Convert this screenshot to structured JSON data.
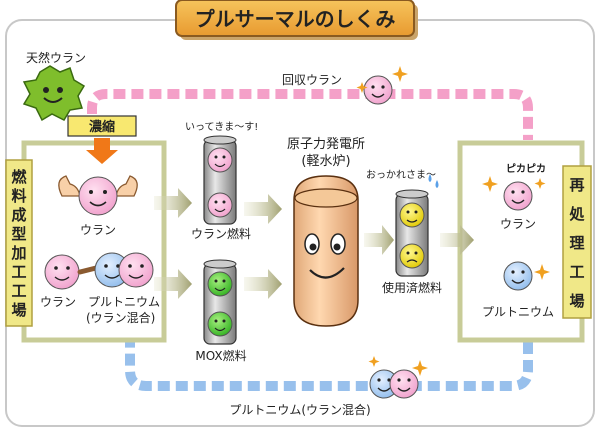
{
  "title": "プルサーマルのしくみ",
  "natural_uranium": "天然ウラン",
  "enrichment": "濃縮",
  "recovered_uranium": "回収ウラン",
  "fuel_plant": [
    "燃",
    "料",
    "成",
    "型",
    "加",
    "工",
    "工",
    "場"
  ],
  "reprocessing_plant": [
    "再",
    "処",
    "理",
    "工",
    "場"
  ],
  "uranium": "ウラン",
  "uranium_2": "ウラン",
  "uranium_3": "ウラン",
  "plutonium": "プルトニウム",
  "plutonium_mix": "(ウラン混合)",
  "plutonium_2": "プルトニウム",
  "plutonium_bottom": "プルトニウム(ウラン混合)",
  "uranium_fuel": "ウラン燃料",
  "mox_fuel": "MOX燃料",
  "itte": "いってきま〜す!",
  "reactor_line1": "原子力発電所",
  "reactor_line2": "(軽水炉)",
  "otsukare": "おっかれさま〜",
  "spent_fuel": "使用済燃料",
  "pikapika": "ピカピカ",
  "colors": {
    "pink": "#f4a0c8",
    "blue": "#98c0ec",
    "olive": "#a8a878",
    "box_border": "#c8cc98"
  }
}
